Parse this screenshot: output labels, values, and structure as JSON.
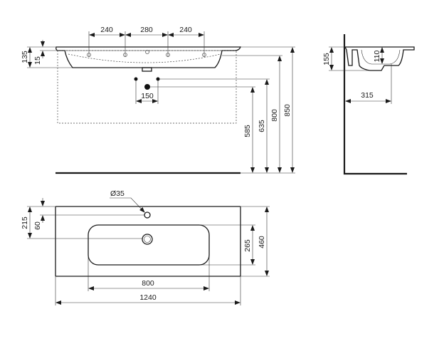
{
  "front_view": {
    "tap_spacing": [
      "240",
      "280",
      "240"
    ],
    "rim_height": "135",
    "rim_thickness": "15",
    "waste_spacing": "150",
    "heights": [
      "585",
      "635",
      "800",
      "850"
    ]
  },
  "side_view": {
    "depth_total": "155",
    "bowl_depth": "110",
    "wall_to_drain": "315"
  },
  "top_view": {
    "tap_hole_diameter": "Ø35",
    "front_to_drain": "215",
    "back_to_taphole": "60",
    "bowl_depth": "265",
    "total_depth": "460",
    "bowl_width": "800",
    "total_width": "1240"
  }
}
